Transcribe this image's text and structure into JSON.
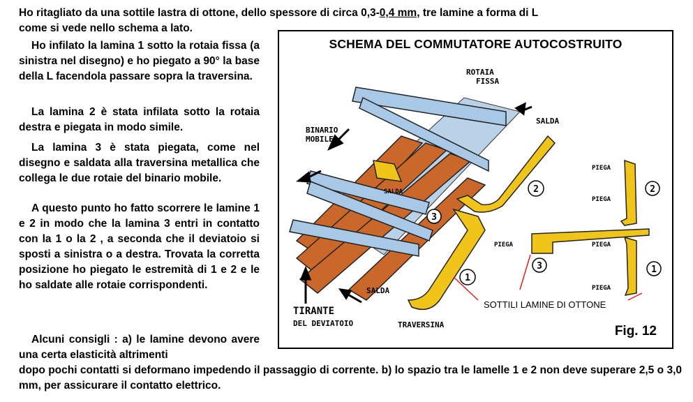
{
  "text": {
    "p1_a": "Ho ritagliato da una sottile lastra di ottone, dello spessore di circa 0,3-",
    "p1_u": "0,4 mm",
    "p1_b": ", tre lamine a forma di L",
    "p1_c": "come si vede nello schema a lato.",
    "p2": "Ho infilato la lamina 1 sotto la rotaia fissa (a sinistra nel disegno) e ho piegato a 90° la base della L facendola passare sopra la traversina.",
    "p3": "La lamina 2 è stata infilata sotto la rotaia destra e piegata in modo simile.",
    "p4": "La lamina 3 è stata piegata, come nel disegno e saldata alla traversina metallica che collega le due rotaie del binario mobile.",
    "p5": "A questo punto ho fatto scorrere le lamine 1 e 2 in modo che la lamina 3 entri in contatto con la 1 o la 2 , a seconda che il deviatoio si sposti a sinistra o a destra. Trovata la corretta posizione ho piegato le estremità di 1 e 2 e le ho saldate alle rotaie corrispondenti.",
    "p6_a": "Alcuni consigli : a) le lamine devono avere una certa elasticità altrimenti",
    "p6_b": "dopo pochi contatti si deformano impedendo il passaggio di corrente. b) lo spazio tra le lamelle 1 e 2 non deve superare 2,5 o 3,0 mm, per assicurare il contatto elettrico."
  },
  "figure": {
    "title": "SCHEMA DEL COMMUTATORE AUTOCOSTRUITO",
    "fig_number": "Fig. 12",
    "labels": {
      "rotaia": "ROTAIA",
      "fissa": "FISSA",
      "salda_top": "SALDA",
      "binario": "BINARIO",
      "mobile": "MOBILE",
      "salda_mid": "SALDA",
      "salda_bottom": "SALDA",
      "tirante": "TIRANTE",
      "del_deviatoio": "DEL DEVIATOIO",
      "traversina": "TRAVERSINA",
      "thin_lamine": "SOTTILI LAMINE DI OTTONE",
      "piega1": "PIEGA",
      "piega2": "PIEGA",
      "piega3": "PIEGA",
      "piega4": "PIEGA",
      "piega5": "PIEGA"
    },
    "numbers": {
      "n1": "1",
      "n2": "2",
      "n3": "3"
    },
    "colors": {
      "rail": "#a9c8e6",
      "sleeper": "#c9682a",
      "ballast": "#b9d2e8",
      "brass": "#f0c419",
      "red_lines": "#e02020"
    }
  }
}
